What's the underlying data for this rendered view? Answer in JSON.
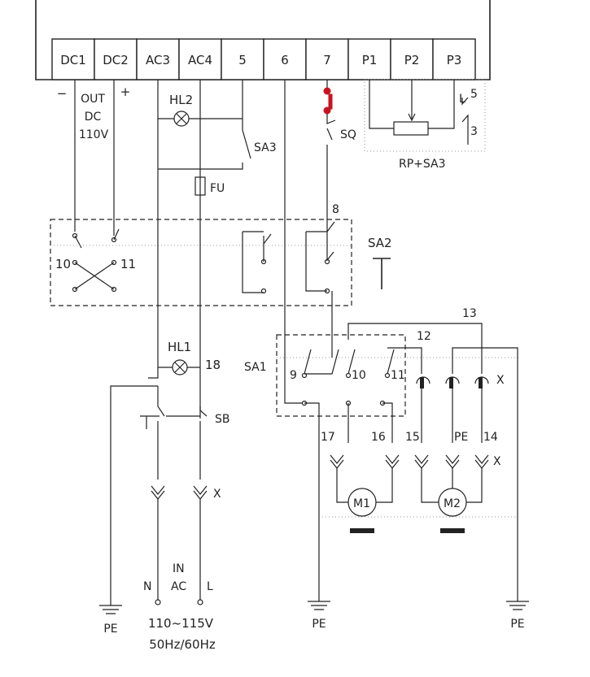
{
  "terminals": [
    "DC1",
    "DC2",
    "AC3",
    "AC4",
    "5",
    "6",
    "7",
    "P1",
    "P2",
    "P3"
  ],
  "dc_labels": {
    "minus": "−",
    "plus": "+",
    "out": "OUT",
    "dc": "DC",
    "volt": "110V"
  },
  "labels": {
    "hl2": "HL2",
    "sa3": "SA3",
    "fu": "FU",
    "sq": "SQ",
    "rp_sa3": "RP+SA3",
    "l": "L",
    "l5": "5",
    "l3": "3",
    "n8": "8",
    "sa2": "SA2",
    "n10": "10",
    "n11": "11",
    "n13": "13",
    "n12": "12",
    "hl1": "HL1",
    "n18": "18",
    "sa1": "SA1",
    "sa1_9": "9",
    "sa1_10": "10",
    "sa1_11": "11",
    "x1": "X",
    "sb": "SB",
    "n17": "17",
    "n16": "16",
    "n15": "15",
    "pe_w": "PE",
    "n14": "14",
    "x2": "X",
    "m1": "M1",
    "m2": "M2",
    "x3": "X",
    "n": "N",
    "in": "IN",
    "ac": "AC",
    "l_term": "L",
    "pe1": "PE",
    "pe2": "PE",
    "pe3": "PE",
    "voltage": "110~115V",
    "freq": "50Hz/60Hz"
  },
  "colors": {
    "line": "#222222",
    "highlight": "#c8141e"
  }
}
